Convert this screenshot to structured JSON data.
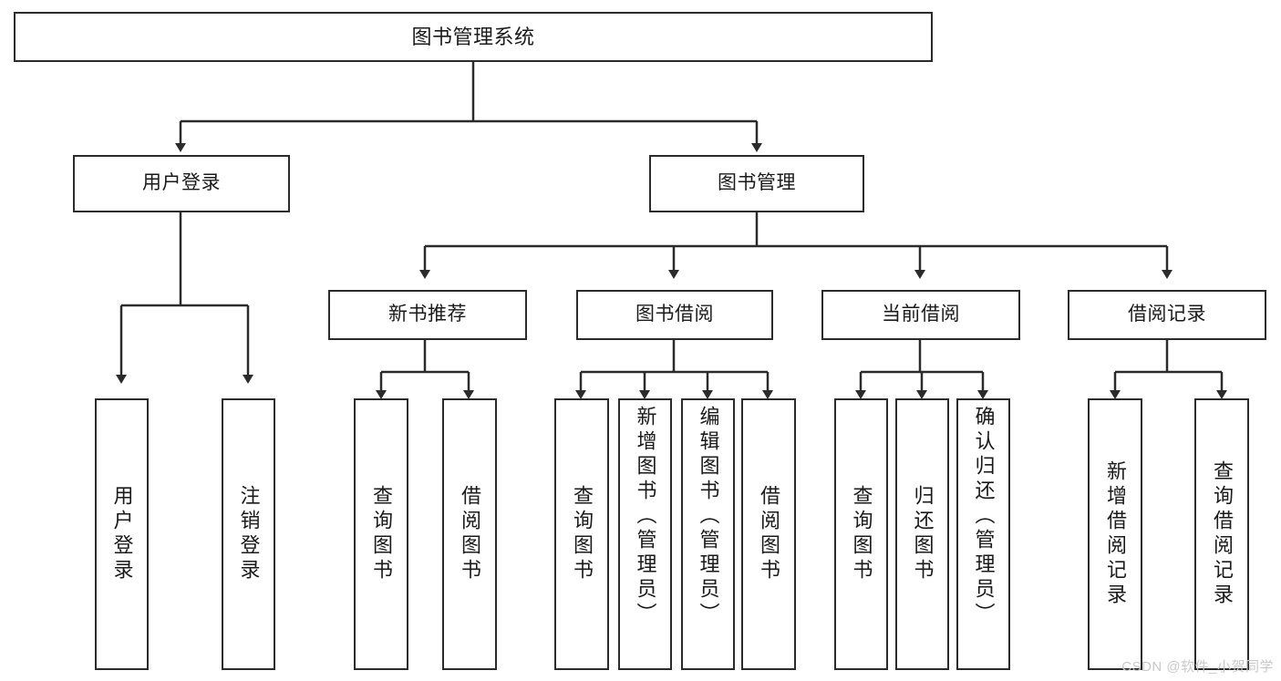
{
  "diagram": {
    "title": "图书管理系统",
    "type": "function-tree",
    "root": {
      "label": "图书管理系统"
    },
    "level2": [
      {
        "label": "用户登录"
      },
      {
        "label": "图书管理"
      }
    ],
    "level3": [
      {
        "label": "新书推荐"
      },
      {
        "label": "图书借阅"
      },
      {
        "label": "当前借阅"
      },
      {
        "label": "借阅记录"
      }
    ],
    "leaves": {
      "user_login": [
        {
          "label": "用户登录"
        },
        {
          "label": "注销登录"
        }
      ],
      "new_book_recommend": [
        {
          "label": "查询图书"
        },
        {
          "label": "借阅图书"
        }
      ],
      "book_borrow": [
        {
          "label": "查询图书"
        },
        {
          "label": "新增图书（管理员）"
        },
        {
          "label": "编辑图书（管理员）"
        },
        {
          "label": "借阅图书"
        }
      ],
      "current_borrow": [
        {
          "label": "查询图书"
        },
        {
          "label": "归还图书"
        },
        {
          "label": "确认归还（管理员）"
        }
      ],
      "borrow_record": [
        {
          "label": "新增借阅记录"
        },
        {
          "label": "查询借阅记录"
        }
      ]
    }
  },
  "watermark": {
    "text": "CSDN @软件_小贺同学"
  },
  "colors": {
    "box_border": "#2b2b2b",
    "line": "#2b2b2b",
    "text": "#1a1a1a",
    "background": "#ffffff",
    "watermark": "#c9c9c9"
  }
}
